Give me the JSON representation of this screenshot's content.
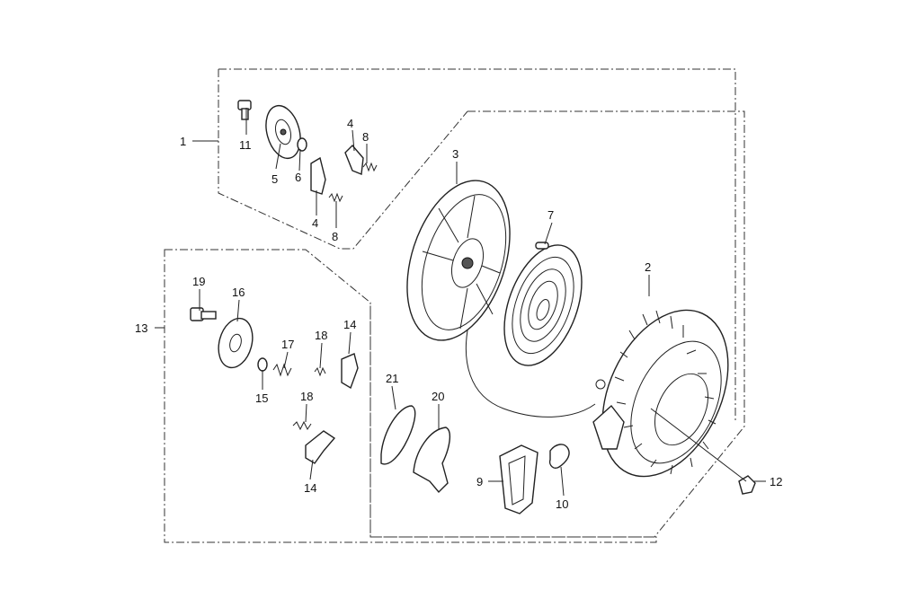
{
  "callouts": {
    "c1": "1",
    "c2": "2",
    "c3": "3",
    "c4a": "4",
    "c4b": "4",
    "c5": "5",
    "c6": "6",
    "c7": "7",
    "c8a": "8",
    "c8b": "8",
    "c9": "9",
    "c10": "10",
    "c11": "11",
    "c12": "12",
    "c13": "13",
    "c14a": "14",
    "c14b": "14",
    "c15": "15",
    "c16": "16",
    "c17": "17",
    "c18a": "18",
    "c18b": "18",
    "c19": "19",
    "c20": "20",
    "c21": "21"
  }
}
